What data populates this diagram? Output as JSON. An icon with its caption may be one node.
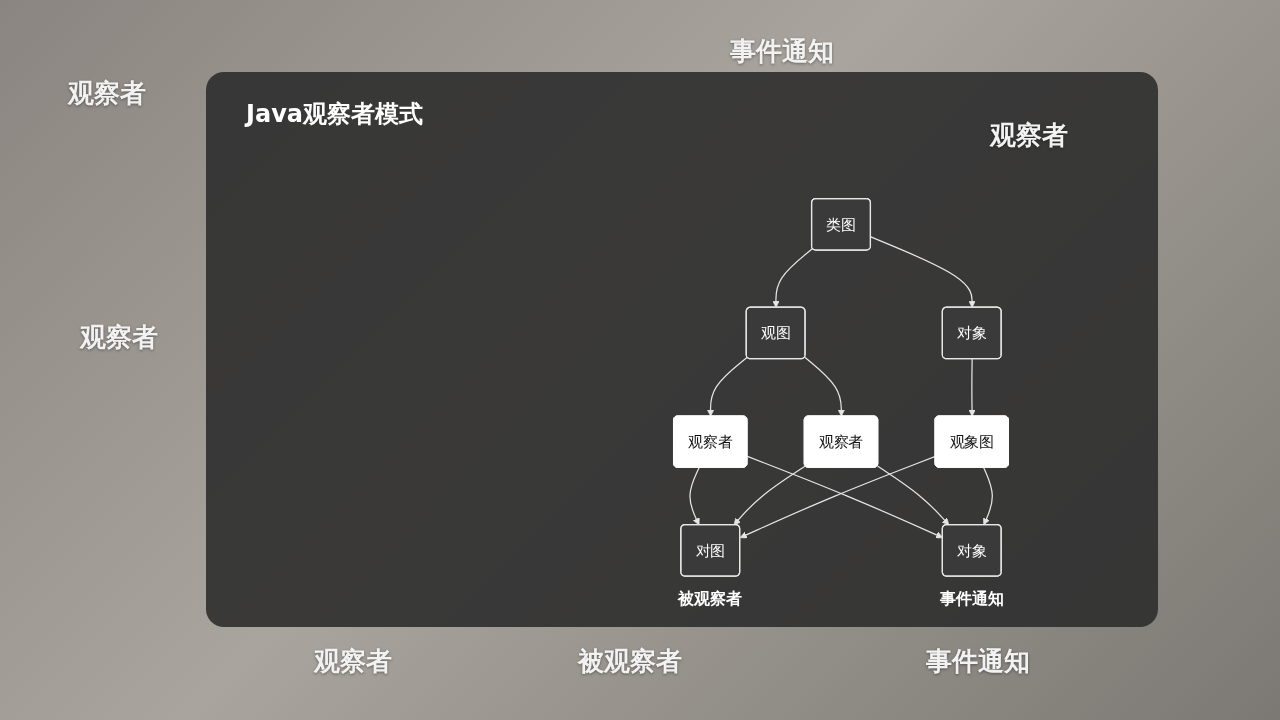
{
  "diagram": {
    "title": "Java观察者模式",
    "nodes": [
      {
        "text": [
          "类图"
        ]
      },
      {
        "text": [
          "观图"
        ]
      },
      {
        "text": [
          "对象"
        ]
      },
      {
        "text": [
          "观察者"
        ]
      },
      {
        "text": [
          "观察者"
        ]
      },
      {
        "text": [
          "观象图"
        ]
      },
      {
        "text": [
          "对图"
        ],
        "beside": [
          "被观察者"
        ]
      },
      {
        "text": [
          "对象"
        ],
        "beside": [
          "事件通知"
        ]
      }
    ],
    "edges": [
      {
        "from": 0,
        "to": 1,
        "arrow": "to"
      },
      {
        "from": 0,
        "to": 2,
        "arrow": "to"
      },
      {
        "from": 1,
        "to": 3,
        "arrow": "to"
      },
      {
        "from": 1,
        "to": 4,
        "arrow": "to"
      },
      {
        "from": 2,
        "to": 5,
        "arrow": "to"
      },
      {
        "from": 3,
        "to": 6,
        "arrow": "to"
      },
      {
        "from": 3,
        "to": 7,
        "arrow": "to"
      },
      {
        "from": 4,
        "to": 6,
        "arrow": "to"
      },
      {
        "from": 4,
        "to": 7,
        "arrow": "to"
      },
      {
        "from": 5,
        "to": 6,
        "arrow": "to"
      },
      {
        "from": 5,
        "to": 7,
        "arrow": "to"
      }
    ],
    "labels": [
      "事件通知",
      "观察者",
      "观察者",
      "观察者",
      "观察者",
      "被观察者",
      "事件通知"
    ]
  }
}
